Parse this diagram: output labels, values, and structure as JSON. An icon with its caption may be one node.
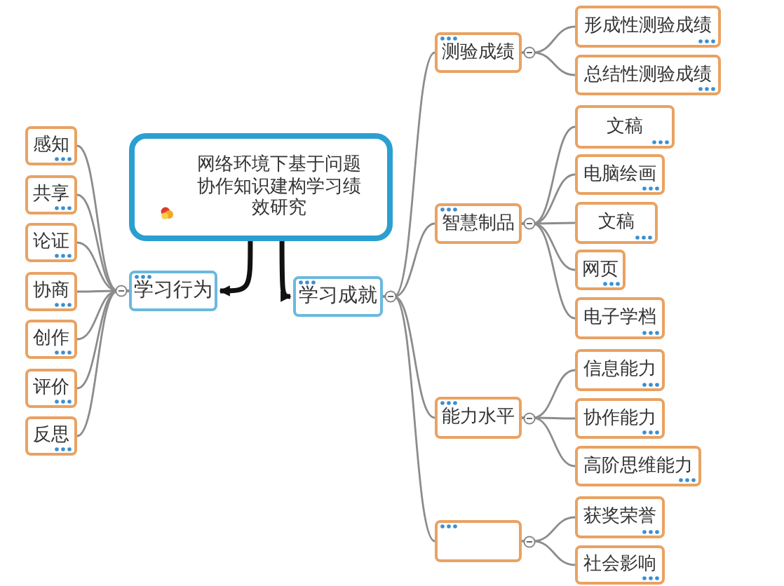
{
  "diagram": {
    "nodes": [
      {
        "text": [
          "网络环境下基于问题协作知识建构学习绩效研究"
        ]
      },
      {
        "text": [
          "学习行为"
        ]
      },
      {
        "text": [
          "感知"
        ]
      },
      {
        "text": [
          "共享"
        ]
      },
      {
        "text": [
          "论证"
        ]
      },
      {
        "text": [
          "协商"
        ]
      },
      {
        "text": [
          "创作"
        ]
      },
      {
        "text": [
          "评价"
        ]
      },
      {
        "text": [
          "反思"
        ]
      },
      {
        "text": [
          "学习成就"
        ]
      },
      {
        "text": [
          "测验成绩"
        ]
      },
      {
        "text": [
          "形成性测验成绩"
        ]
      },
      {
        "text": [
          "总结性测验成绩"
        ]
      },
      {
        "text": [
          "智慧制品"
        ]
      },
      {
        "text": [
          "文稿"
        ]
      },
      {
        "text": [
          "电脑绘画"
        ]
      },
      {
        "text": [
          "文稿"
        ]
      },
      {
        "text": [
          "网页"
        ]
      },
      {
        "text": [
          "电子学档"
        ]
      },
      {
        "text": [
          "能力水平"
        ]
      },
      {
        "text": [
          "信息能力"
        ]
      },
      {
        "text": [
          "协作能力"
        ]
      },
      {
        "text": [
          "高阶思维能力"
        ]
      },
      {
        "text": [],
        "shape": "box"
      },
      {
        "text": [
          "获奖荣誉"
        ]
      },
      {
        "text": [
          "社会影响"
        ]
      }
    ],
    "edges": [
      {
        "from": 0,
        "to": 1,
        "arrow": "to",
        "style": "thick",
        "color": "#111111"
      },
      {
        "from": 0,
        "to": 9,
        "arrow": "to",
        "style": "thick",
        "color": "#111111"
      },
      {
        "from": 1,
        "to": 2,
        "arrow": "none"
      },
      {
        "from": 1,
        "to": 3,
        "arrow": "none"
      },
      {
        "from": 1,
        "to": 4,
        "arrow": "none"
      },
      {
        "from": 1,
        "to": 5,
        "arrow": "none"
      },
      {
        "from": 1,
        "to": 6,
        "arrow": "none"
      },
      {
        "from": 1,
        "to": 7,
        "arrow": "none"
      },
      {
        "from": 1,
        "to": 8,
        "arrow": "none"
      },
      {
        "from": 9,
        "to": 10,
        "arrow": "none"
      },
      {
        "from": 9,
        "to": 13,
        "arrow": "none"
      },
      {
        "from": 9,
        "to": 19,
        "arrow": "none"
      },
      {
        "from": 9,
        "to": 23,
        "arrow": "none"
      },
      {
        "from": 10,
        "to": 11,
        "arrow": "none"
      },
      {
        "from": 10,
        "to": 12,
        "arrow": "none"
      },
      {
        "from": 13,
        "to": 14,
        "arrow": "none"
      },
      {
        "from": 13,
        "to": 15,
        "arrow": "none"
      },
      {
        "from": 13,
        "to": 16,
        "arrow": "none"
      },
      {
        "from": 13,
        "to": 17,
        "arrow": "none"
      },
      {
        "from": 13,
        "to": 18,
        "arrow": "none"
      },
      {
        "from": 19,
        "to": 20,
        "arrow": "none"
      },
      {
        "from": 19,
        "to": 21,
        "arrow": "none"
      },
      {
        "from": 19,
        "to": 22,
        "arrow": "none"
      },
      {
        "from": 23,
        "to": 24,
        "arrow": "none"
      },
      {
        "from": 23,
        "to": 25,
        "arrow": "none"
      }
    ]
  }
}
